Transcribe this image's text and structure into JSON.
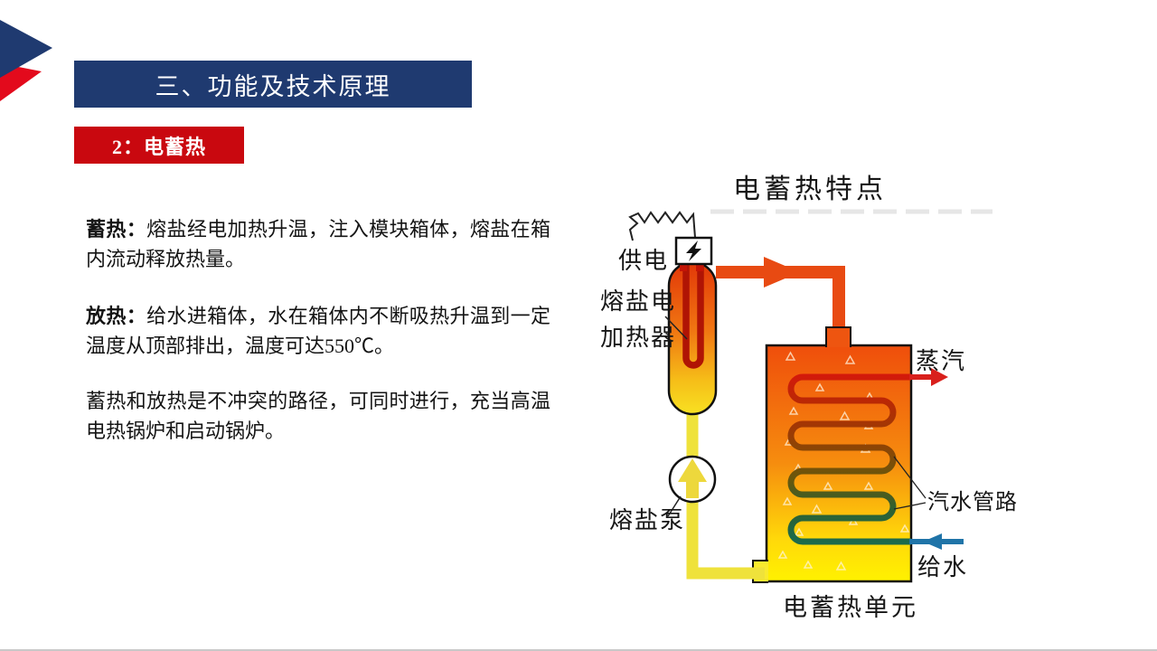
{
  "header": {
    "title": "三、功能及技术原理"
  },
  "badge": {
    "label": "2：电蓄热"
  },
  "paragraphs": [
    {
      "lead": "蓄热：",
      "text": "熔盐经电加热升温，注入模块箱体，熔盐在箱内流动释放热量。"
    },
    {
      "lead": "放热：",
      "text": "给水进箱体，水在箱体内不断吸热升温到一定温度从顶部排出，温度可达550℃。"
    },
    {
      "lead": "",
      "text": "蓄热和放热是不冲突的路径，可同时进行，充当高温电热锅炉和启动锅炉。"
    }
  ],
  "diagram": {
    "title": "电蓄热特点",
    "labels": {
      "power_supply": "供电",
      "heater_line1": "熔盐电",
      "heater_line2": "加热器",
      "pump": "熔盐泵",
      "steam": "蒸汽",
      "pipe": "汽水管路",
      "feedwater": "给水",
      "unit": "电蓄热单元"
    }
  },
  "colors": {
    "header_navy": "#1F3A70",
    "badge_red": "#C9080F",
    "decoration_red": "#E30A1C",
    "hot_pipe_orange": "#E84A12",
    "steam_red": "#D9201C",
    "feedwater_teal": "#1F74A8",
    "molten_salt_yellow": "#EFE23B"
  }
}
